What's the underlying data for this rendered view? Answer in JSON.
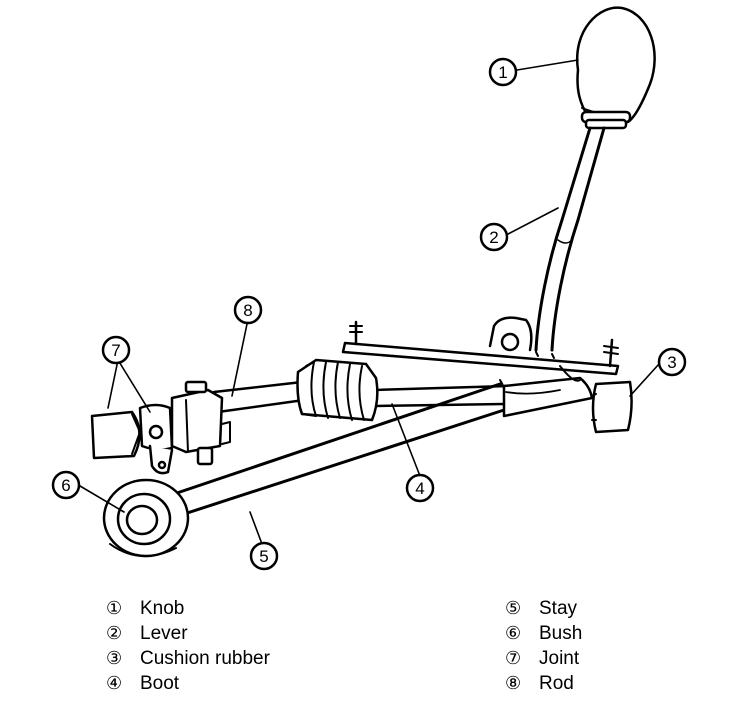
{
  "legend_left": [
    {
      "num": "①",
      "label": "Knob"
    },
    {
      "num": "②",
      "label": "Lever"
    },
    {
      "num": "③",
      "label": "Cushion rubber"
    },
    {
      "num": "④",
      "label": "Boot"
    }
  ],
  "legend_right": [
    {
      "num": "⑤",
      "label": "Stay"
    },
    {
      "num": "⑥",
      "label": "Bush"
    },
    {
      "num": "⑦",
      "label": "Joint"
    },
    {
      "num": "⑧",
      "label": "Rod"
    }
  ],
  "callouts": {
    "c1": "1",
    "c2": "2",
    "c3": "3",
    "c4": "4",
    "c5": "5",
    "c6": "6",
    "c7": "7",
    "c8": "8"
  }
}
